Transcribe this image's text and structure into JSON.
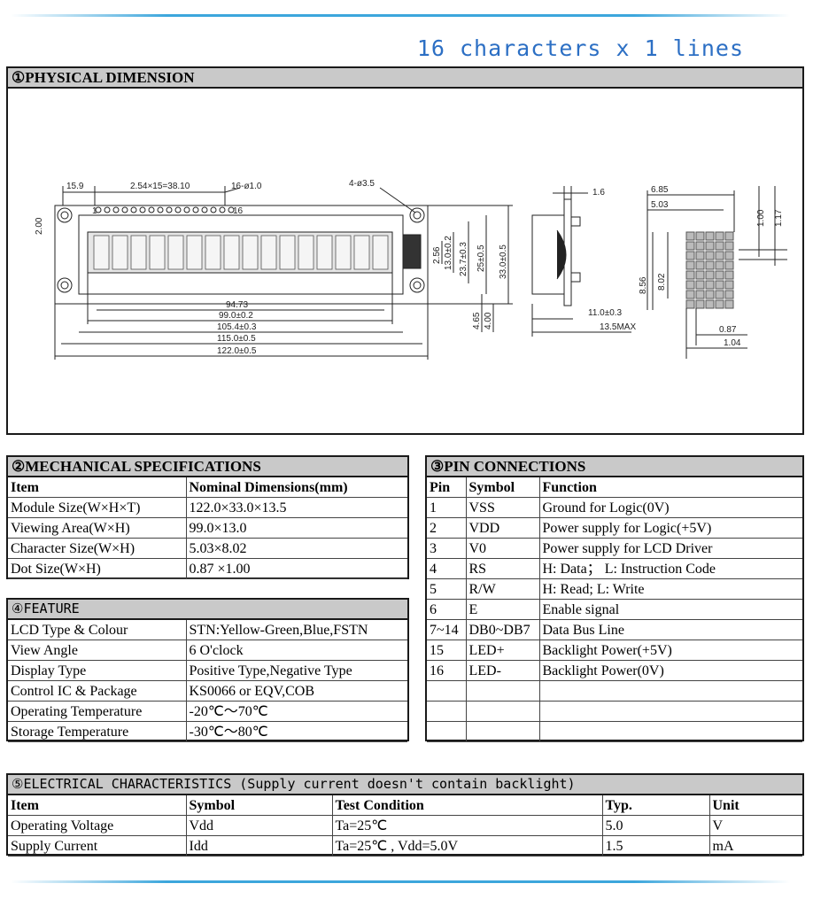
{
  "headline": "16 characters x 1 lines",
  "physical": {
    "title": "①PHYSICAL  DIMENSION",
    "labels": {
      "d15_9": "15.9",
      "pitch": "2.54×15=38.10",
      "pins": "16-ø1.0",
      "holes": "4-ø3.5",
      "d2_00": "2.00",
      "pin1": "1",
      "pin16": "16",
      "d94_73": "94.73",
      "d99": "99.0±0.2",
      "d105": "105.4±0.3",
      "d115": "115.0±0.5",
      "d122": "122.0±0.5",
      "d2_56": "2.56",
      "d13": "13.0±0.2",
      "d23_7": "23.7±0.3",
      "d25": "25±0.5",
      "d33": "33.0±0.5",
      "d4_65": "4.65",
      "d4_00": "4.00",
      "d1_6": "1.6",
      "d11": "11.0±0.3",
      "d13_5": "13.5MAX",
      "d6_85": "6.85",
      "d5_03": "5.03",
      "d1_00": "1.00",
      "d1_17": "1.17",
      "d8_56": "8.56",
      "d8_02": "8.02",
      "d0_87": "0.87",
      "d1_04": "1.04"
    }
  },
  "mechanical": {
    "title": "②MECHANICAL  SPECIFICATIONS",
    "headers": [
      "Item",
      "Nominal  Dimensions(mm)"
    ],
    "rows": [
      [
        "Module Size(W×H×T)",
        "122.0×33.0×13.5"
      ],
      [
        "Viewing  Area(W×H)",
        "99.0×13.0"
      ],
      [
        "Character  Size(W×H)",
        "5.03×8.02"
      ],
      [
        "Dot  Size(W×H)",
        "0.87 ×1.00"
      ]
    ]
  },
  "feature": {
    "title": "④FEATURE",
    "rows": [
      [
        "LCD Type & Colour",
        "STN:Yellow-Green,Blue,FSTN"
      ],
      [
        "View Angle",
        "6 O'clock"
      ],
      [
        "Display Type",
        "Positive Type,Negative Type"
      ],
      [
        "Control IC & Package",
        "KS0066 or EQV,COB"
      ],
      [
        "Operating Temperature",
        "-20℃～70℃"
      ],
      [
        "Storage Temperature",
        "-30℃～80℃"
      ]
    ]
  },
  "pins": {
    "title": "③PIN  CONNECTIONS",
    "headers": [
      "Pin",
      "Symbol",
      "Function"
    ],
    "rows": [
      [
        "1",
        "VSS",
        "Ground for Logic(0V)"
      ],
      [
        "2",
        "VDD",
        "Power supply for Logic(+5V)"
      ],
      [
        "3",
        "V0",
        "Power supply for LCD Driver"
      ],
      [
        "4",
        "RS",
        "H: Data； L: Instruction Code"
      ],
      [
        "5",
        "R/W",
        "H: Read;  L: Write"
      ],
      [
        "6",
        "E",
        "Enable signal"
      ],
      [
        "7~14",
        "DB0~DB7",
        "Data Bus Line"
      ],
      [
        "15",
        "LED+",
        "Backlight Power(+5V)"
      ],
      [
        "16",
        "LED-",
        "Backlight Power(0V)"
      ],
      [
        "",
        "",
        ""
      ],
      [
        "",
        "",
        ""
      ],
      [
        "",
        "",
        ""
      ]
    ]
  },
  "electrical": {
    "title": "⑤ELECTRICAL CHARACTERISTICS (Supply current doesn't contain backlight)",
    "headers": [
      "Item",
      "Symbol",
      "Test Condition",
      "Typ.",
      "Unit"
    ],
    "rows": [
      [
        "Operating Voltage",
        "Vdd",
        "Ta=25℃",
        "5.0",
        "V"
      ],
      [
        "Supply Current",
        "Idd",
        "Ta=25℃ , Vdd=5.0V",
        "1.5",
        "mA"
      ]
    ]
  },
  "colors": {
    "accent": "#2c6fc4",
    "header_bg": "#c9c9c9",
    "line": "#3ca6dc"
  }
}
